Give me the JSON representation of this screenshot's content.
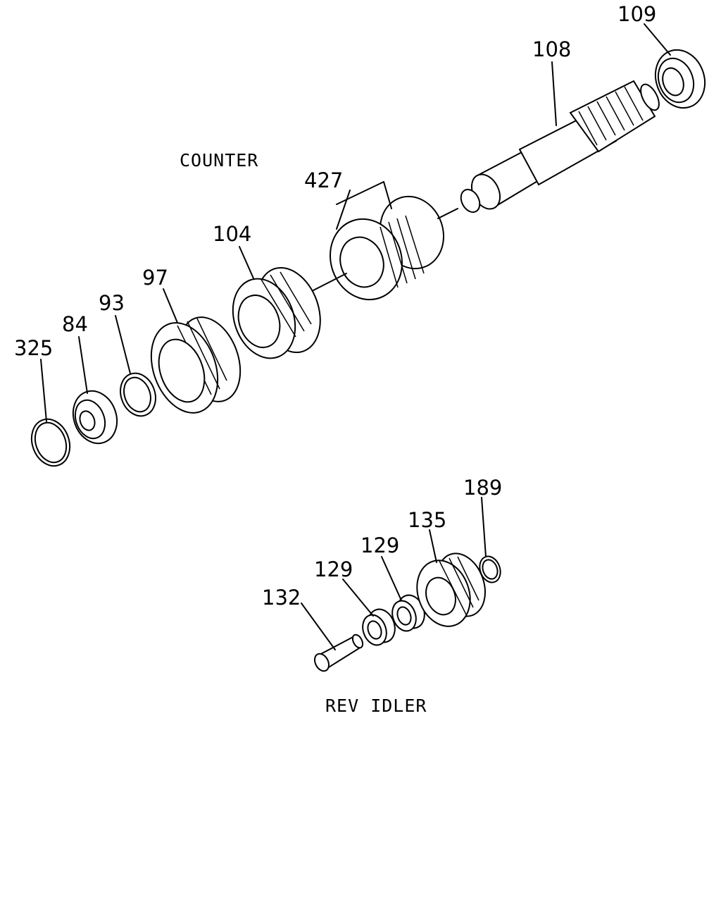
{
  "sections": {
    "counter": "COUNTER",
    "rev_idler": "REV IDLER"
  },
  "callouts": {
    "p325": "325",
    "p84": "84",
    "p93": "93",
    "p97": "97",
    "p104": "104",
    "p427": "427",
    "p108": "108",
    "p109": "109",
    "p132": "132",
    "p129a": "129",
    "p129b": "129",
    "p135": "135",
    "p189": "189"
  },
  "colors": {
    "ink": "#000000",
    "paper": "#ffffff"
  }
}
